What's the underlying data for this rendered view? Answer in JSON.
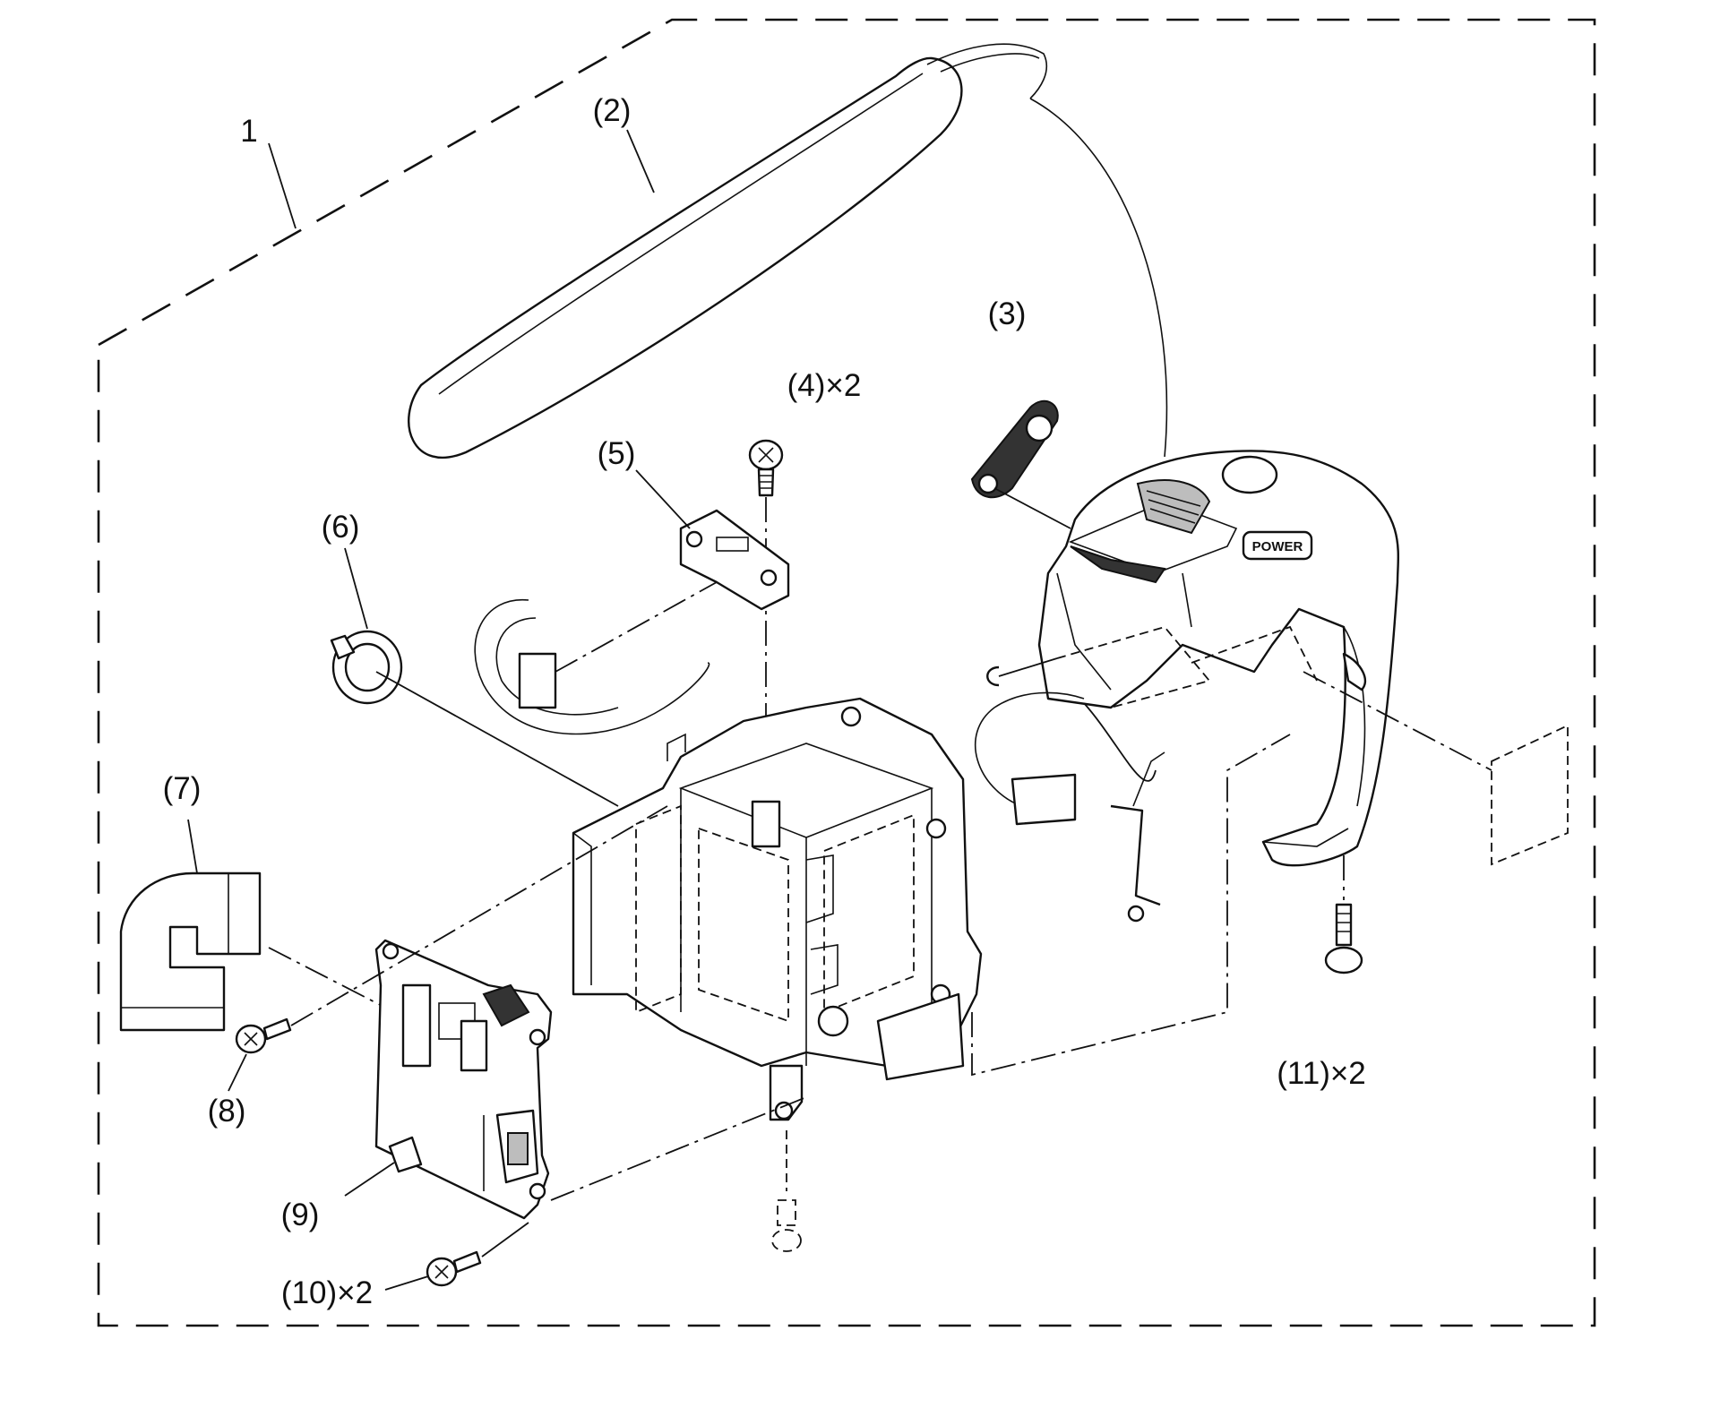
{
  "assembly_number": "1",
  "callouts": [
    {
      "id": "2",
      "text": "(2)"
    },
    {
      "id": "3",
      "text": "(3)"
    },
    {
      "id": "4",
      "text": "(4)×2"
    },
    {
      "id": "5",
      "text": "(5)"
    },
    {
      "id": "6",
      "text": "(6)"
    },
    {
      "id": "7",
      "text": "(7)"
    },
    {
      "id": "8",
      "text": "(8)"
    },
    {
      "id": "9",
      "text": "(9)"
    },
    {
      "id": "10",
      "text": "(10)×2"
    },
    {
      "id": "11",
      "text": "(11)×2"
    }
  ],
  "power_button_text": "POWER"
}
